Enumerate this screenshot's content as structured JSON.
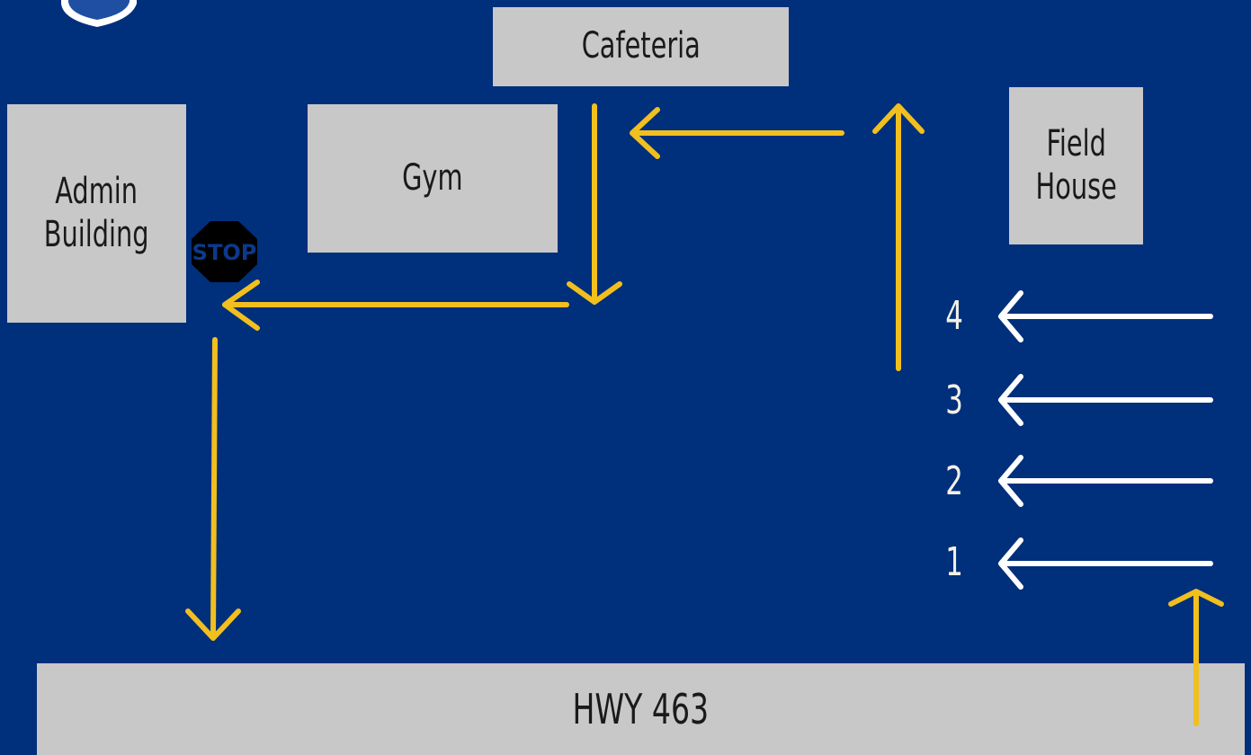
{
  "buildings": {
    "cafeteria": "Cafeteria",
    "gym": "Gym",
    "admin_line1": "Admin",
    "admin_line2": "Building",
    "field_house_line1": "Field",
    "field_house_line2": "House",
    "highway": "HWY 463"
  },
  "stop_sign": {
    "label": "STOP"
  },
  "lanes": [
    "4",
    "3",
    "2",
    "1"
  ],
  "colors": {
    "background": "#002f7c",
    "building": "#c8c8c8",
    "route_arrow": "#f1bf1e",
    "lane_arrow": "#ffffff",
    "stop_sign": "#000000"
  },
  "icons": {
    "logo": "school-shield-logo",
    "stop": "stop-sign-icon"
  }
}
